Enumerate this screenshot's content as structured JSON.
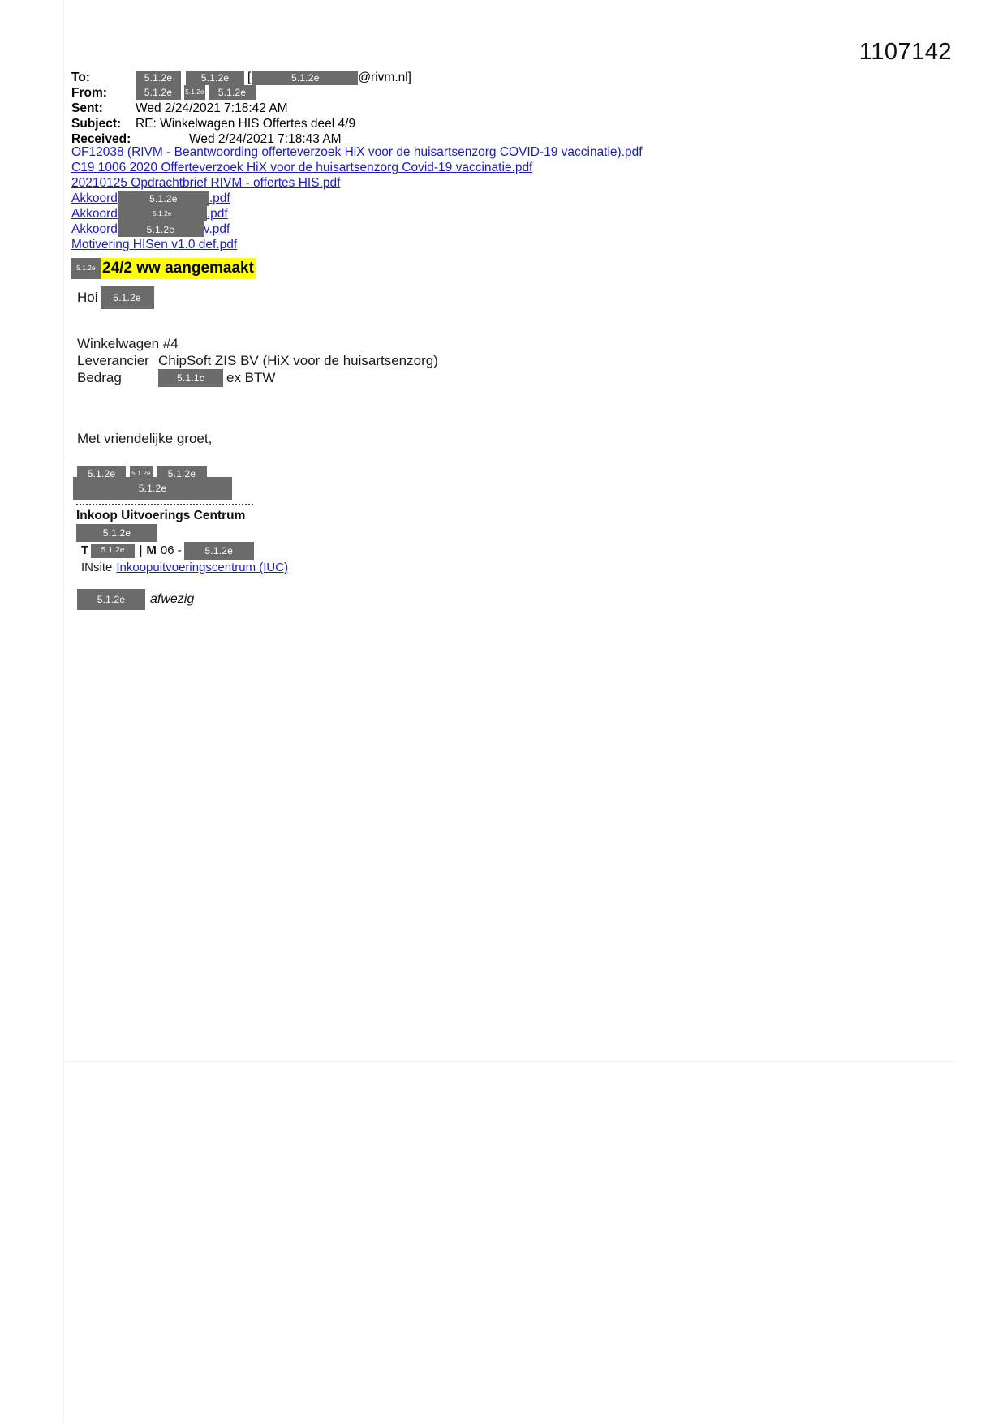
{
  "document": {
    "bates_number": "1107142",
    "redaction_label": "5.1.2e",
    "redaction_label_price": "5.1.1c"
  },
  "header": {
    "rows": [
      {
        "label": "To:",
        "value": "",
        "suffix": "@rivm.nl]"
      },
      {
        "label": "From:",
        "value": "",
        "suffix": ""
      },
      {
        "label": "Sent:",
        "value": "Wed 2/24/2021 7:18:42 AM",
        "suffix": ""
      },
      {
        "label": "Subject:",
        "value": "RE: Winkelwagen HIS Offertes deel 4/9",
        "suffix": ""
      },
      {
        "label": "Received:",
        "value": "Wed 2/24/2021 7:18:43 AM",
        "suffix": ""
      }
    ],
    "to_bracket_open": "[",
    "labels": {
      "to": "To:",
      "from": "From:",
      "sent": "Sent:",
      "subject": "Subject:",
      "received": "Received:"
    },
    "sent_value": "Wed 2/24/2021 7:18:42 AM",
    "subject_value": "RE: Winkelwagen HIS Offertes deel 4/9",
    "received_value": "Wed 2/24/2021 7:18:43 AM",
    "to_domain": "@rivm.nl]"
  },
  "attachments": [
    {
      "text": "OF12038 (RIVM - Beantwoording offerteverzoek HiX voor de huisartsenzorg COVID-19 vaccinatie).pdf",
      "redacted": false
    },
    {
      "text": "C19 1006 2020 Offerteverzoek HiX voor de huisartsenzorg Covid-19 vaccinatie.pdf",
      "redacted": false
    },
    {
      "text": "20210125 Opdrachtbrief RIVM - offertes HIS.pdf",
      "redacted": false
    },
    {
      "prefix": "Akkoord",
      "suffix": ".pdf",
      "redacted": true
    },
    {
      "prefix": "Akkoord",
      "suffix": ".pdf",
      "redacted": true
    },
    {
      "prefix": "Akkoord",
      "suffix": "v.pdf",
      "redacted": true
    },
    {
      "text": "Motivering HISen v1.0 def.pdf",
      "redacted": false
    }
  ],
  "note": {
    "highlighted_text": "24/2 ww aangemaakt"
  },
  "body": {
    "greeting": "Hoi",
    "cart_line": "Winkelwagen #4",
    "supplier_label": "Leverancier",
    "supplier_value": "ChipSoft ZIS BV (HiX voor de huisartsenzorg)",
    "amount_label": "Bedrag",
    "amount_suffix": "ex BTW",
    "closing": "Met vriendelijke groet,"
  },
  "signature": {
    "organization": "Inkoop Uitvoerings Centrum",
    "phone_label": "T",
    "mobile_label": "M",
    "mobile_prefix": "06 -",
    "separator": "|",
    "insite_label": "INsite",
    "insite_link": "Inkoopuitvoeringscentrum (IUC)",
    "absent_text": "afwezig"
  },
  "colors": {
    "link": "#1d1dbf",
    "redaction": "#6b6b6b",
    "highlight": "#ffff00",
    "text": "#000000"
  }
}
